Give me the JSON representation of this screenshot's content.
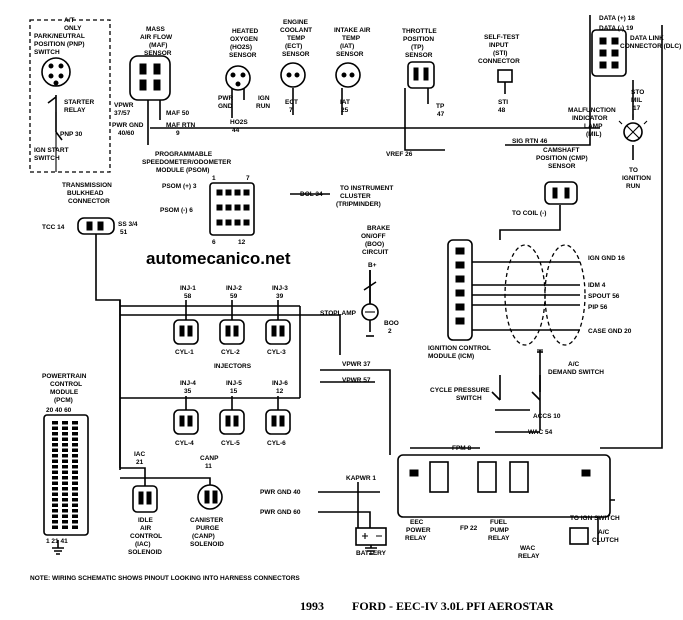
{
  "watermark": "automecanico.net",
  "title": {
    "year": "1993",
    "text": "FORD - EEC-IV 3.0L PFI AEROSTAR"
  },
  "note": "NOTE: WIRING SCHEMATIC SHOWS PINOUT LOOKING INTO HARNESS CONNECTORS",
  "components": {
    "pnp": [
      "A/T",
      "ONLY",
      "PARK/NEUTRAL",
      "POSITION (PNP)",
      "SWITCH"
    ],
    "starter_relay": [
      "STARTER",
      "RELAY"
    ],
    "ign_start_switch": [
      "IGN START",
      "SWITCH"
    ],
    "trans_connector": [
      "TRANSMISSION",
      "BULKHEAD",
      "CONNECTOR"
    ],
    "maf": [
      "MASS",
      "AIR FLOW",
      "(MAF)",
      "SENSOR"
    ],
    "ho2s": [
      "HEATED",
      "OXYGEN",
      "(HO2S)",
      "SENSOR"
    ],
    "ect": [
      "ENGINE",
      "COOLANT",
      "TEMP",
      "(ECT)",
      "SENSOR"
    ],
    "iat": [
      "INTAKE AIR",
      "TEMP",
      "(IAT)",
      "SENSOR"
    ],
    "tp": [
      "THROTTLE",
      "POSITION",
      "(TP)",
      "SENSOR"
    ],
    "sti": [
      "SELF-TEST",
      "INPUT",
      "(STI)",
      "CONNECTOR"
    ],
    "dlc": [
      "DATA LINK",
      "CONNECTOR (DLC)"
    ],
    "mil": [
      "MALFUNCTION",
      "INDICATOR",
      "LAMP",
      "(MIL)"
    ],
    "ignition_run": [
      "TO",
      "IGNITION",
      "RUN"
    ],
    "psom": [
      "PROGRAMMABLE",
      "SPEEDOMETER/ODOMETER",
      "MODULE (PSOM)"
    ],
    "cluster": [
      "TO INSTRUMENT",
      "CLUSTER",
      "(TRIPMINDER)"
    ],
    "cmp": [
      "CAMSHAFT",
      "POSITION (CMP)",
      "SENSOR"
    ],
    "coil": "TO COIL (-)",
    "boo": [
      "BRAKE",
      "ON/OFF",
      "(BOO)",
      "CIRCUIT"
    ],
    "b_plus": "B+",
    "stoplamp": "STOPLAMP",
    "icm": [
      "IGNITION CONTROL",
      "MODULE (ICM)"
    ],
    "pcm": [
      "POWERTRAIN",
      "CONTROL",
      "MODULE",
      "(PCM)"
    ],
    "injectors": "INJECTORS",
    "cycle_pressure": [
      "CYCLE PRESSURE",
      "SWITCH"
    ],
    "ac_demand": [
      "A/C",
      "DEMAND SWITCH"
    ],
    "iac": [
      "IDLE",
      "AIR",
      "CONTROL",
      "(IAC)",
      "SOLENOID"
    ],
    "canp": [
      "CANISTER",
      "PURGE",
      "(CANP)",
      "SOLENOID"
    ],
    "battery": "BATTERY",
    "eec_relay": [
      "EEC",
      "POWER",
      "RELAY"
    ],
    "fuel_pump_relay": [
      "FUEL",
      "PUMP",
      "RELAY"
    ],
    "wac_relay": [
      "WAC",
      "RELAY"
    ],
    "ac_clutch": [
      "A/C",
      "CLUTCH"
    ],
    "to_ign_switch": "TO IGN SWITCH"
  },
  "circuits": {
    "pnp30": "PNP 30",
    "tcc14": "TCC 14",
    "ss34": "SS 3/4",
    "ss51": "51",
    "vpwr_maf": [
      "VPWR",
      "37/57"
    ],
    "maf50": "MAF 50",
    "pwrgnd_maf": [
      "PWR GND",
      "40/60"
    ],
    "mafrtn": "MAF RTN",
    "mafrtn_num": "9",
    "ho2s_pins": [
      "PWR",
      "GND"
    ],
    "ign_run": [
      "IGN",
      "RUN"
    ],
    "ho2s_num": [
      "HO2S",
      "44"
    ],
    "ect_num": [
      "ECT",
      "7"
    ],
    "iat_num": [
      "IAT",
      "25"
    ],
    "tp_num": [
      "TP",
      "47"
    ],
    "sti_num": [
      "STI",
      "48"
    ],
    "vref": "VREF 26",
    "sigrtn": "SIG RTN 46",
    "data_plus": "DATA (+) 18",
    "data_minus": "DATA (-) 19",
    "sto": [
      "STO",
      "MIL",
      "17"
    ],
    "psom_plus": "PSOM (+) 3",
    "psom_minus": "PSOM (-) 6",
    "psom_pins": [
      "1",
      "7",
      "6",
      "12"
    ],
    "dol": "DOL 34",
    "boo_num": [
      "BOO",
      "2"
    ],
    "ign_gnd": "IGN GND 16",
    "idm": "IDM 4",
    "spout": "SPOUT 56",
    "pip": "PIP 56",
    "case_gnd": "CASE GND 20",
    "inj1": [
      "INJ-1",
      "58"
    ],
    "inj2": [
      "INJ-2",
      "59"
    ],
    "inj3": [
      "INJ-3",
      "39"
    ],
    "inj4": [
      "INJ-4",
      "35"
    ],
    "inj5": [
      "INJ-5",
      "15"
    ],
    "inj6": [
      "INJ-6",
      "12"
    ],
    "cyl": [
      "CYL-1",
      "CYL-2",
      "CYL-3",
      "CYL-4",
      "CYL-5",
      "CYL-6"
    ],
    "vpwr37": "VPWR 37",
    "vpwr57": "VPWR 57",
    "pcm_pins_top": "20 40 60",
    "pcm_pins_bottom": "1  21 41",
    "iac_num": [
      "IAC",
      "21"
    ],
    "canp_num": [
      "CANP",
      "11"
    ],
    "accs": "ACCS 10",
    "wac": "WAC 54",
    "fpm": "FPM 8",
    "kapwr": "KAPWR 1",
    "pwrgnd40": "PWR GND 40",
    "pwrgnd60": "PWR GND 60",
    "fp22": "FP 22"
  }
}
